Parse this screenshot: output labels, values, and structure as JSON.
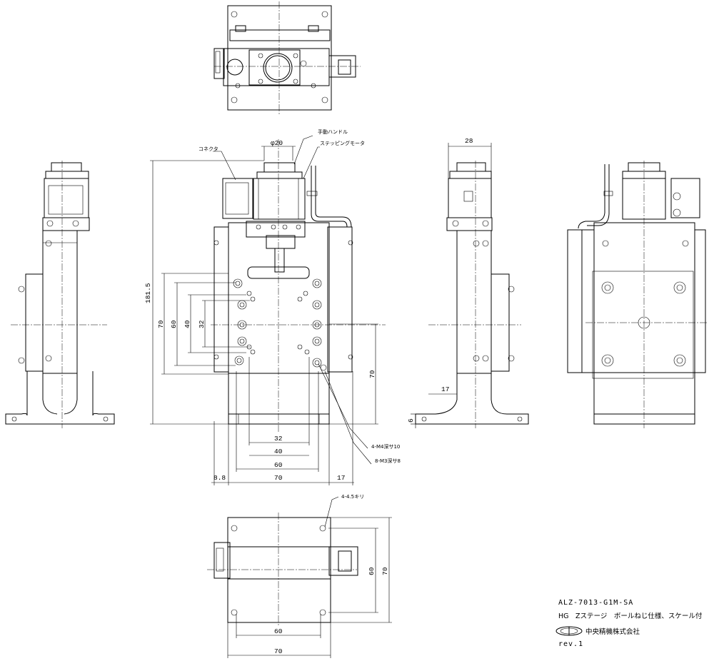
{
  "drawing": {
    "labels": {
      "manual_handle": "手動ハンドル",
      "stepping_motor": "ステッピングモータ",
      "connector": "コネクタ",
      "m4_holes": "4-M4深サ10",
      "m3_holes": "8-M3深サ8",
      "mount_holes": "4-4.5キリ"
    },
    "dims": {
      "phi20": "φ20",
      "h181_5": "181.5",
      "v70_left": "70",
      "v60": "60",
      "v40": "40",
      "v32": "32",
      "v70_right": "70",
      "h32": "32",
      "h40": "40",
      "h60": "60",
      "h70": "70",
      "h8_8": "8.8",
      "h17": "17",
      "side28": "28",
      "side17": "17",
      "side6": "6",
      "bot_v60": "60",
      "bot_v70": "70",
      "bot_h60": "60",
      "bot_h70": "70"
    }
  },
  "title_block": {
    "model": "ALZ-7013-G1M-SA",
    "description": "HG　Zステージ　ボールねじ仕様、スケール付",
    "company": "中央精機株式会社",
    "revision": "rev.1"
  }
}
